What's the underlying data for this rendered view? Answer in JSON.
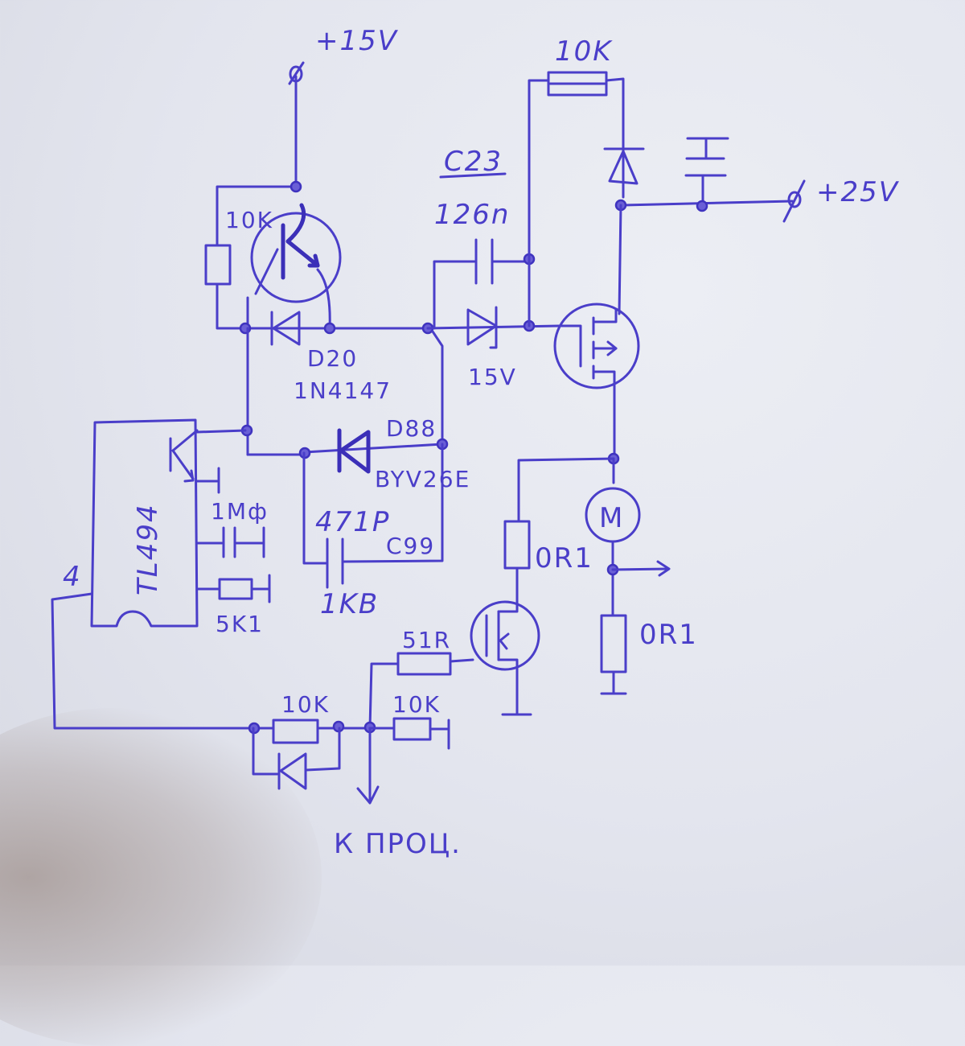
{
  "title": "Hand-drawn motor driver schematic (TL494)",
  "ink_color": "#4a3ec9",
  "paper_color": "#e6e8f0",
  "supplies": {
    "v15": "+15V",
    "v25": "+25V"
  },
  "components": {
    "r_top_left": {
      "type": "resistor",
      "label": "10K"
    },
    "q_driver": {
      "type": "bipolar-transistor"
    },
    "d20": {
      "type": "diode",
      "ref": "D20",
      "part": "1N4147"
    },
    "c23": {
      "type": "capacitor",
      "ref": "C23",
      "value": "126n"
    },
    "zener": {
      "type": "zener-diode",
      "value": "15V"
    },
    "r_top_right": {
      "type": "resistor",
      "label": "10K"
    },
    "d_top_right": {
      "type": "diode"
    },
    "c_top_right": {
      "type": "capacitor"
    },
    "mosfet_high": {
      "type": "mosfet"
    },
    "d88": {
      "type": "diode",
      "ref": "D88",
      "part": "BYV26E"
    },
    "c99": {
      "type": "capacitor",
      "ref": "C99",
      "value": "471P",
      "voltage": "1KB"
    },
    "ic": {
      "type": "ic",
      "label": "TL494",
      "pin_label": "4"
    },
    "c_1mf": {
      "type": "capacitor",
      "value": "1Mф"
    },
    "r_5k1": {
      "type": "resistor",
      "value": "5K1"
    },
    "motor": {
      "type": "motor",
      "label": "M"
    },
    "r_shunt_gate": {
      "type": "resistor",
      "value": "0R1"
    },
    "r_shunt": {
      "type": "resistor",
      "value": "0R1"
    },
    "mosfet_low": {
      "type": "mosfet"
    },
    "r_51r": {
      "type": "resistor",
      "value": "51R"
    },
    "r_10k_bottom_left": {
      "type": "resistor",
      "value": "10K"
    },
    "r_10k_bottom_right": {
      "type": "resistor",
      "value": "10K"
    },
    "d_bottom": {
      "type": "diode"
    }
  },
  "annotations": {
    "to_processor": "К ПРОЦ."
  }
}
